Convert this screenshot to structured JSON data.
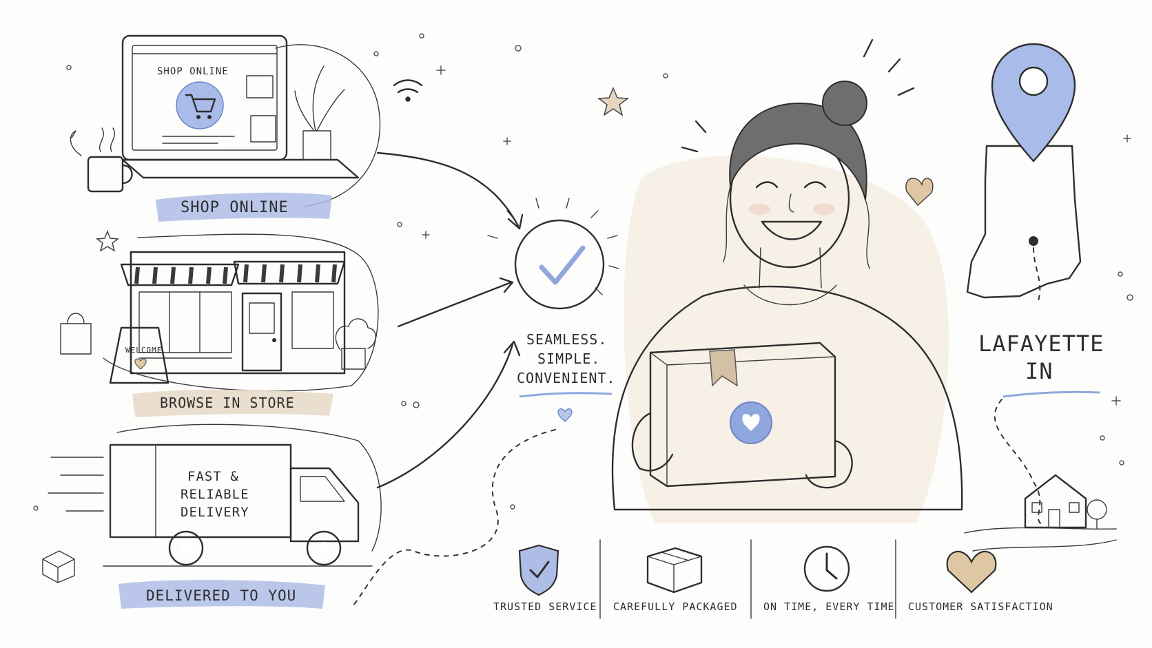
{
  "steps": [
    {
      "label": "SHOP ONLINE",
      "highlight": "#aebde6"
    },
    {
      "label": "BROWSE IN STORE",
      "highlight": "#e9dccb"
    },
    {
      "label": "DELIVERED TO YOU",
      "highlight": "#aebde6"
    }
  ],
  "laptop": {
    "screen_title": "SHOP ONLINE"
  },
  "storefront": {
    "sign_text": "WELCOME"
  },
  "truck": {
    "side_text": [
      "FAST &",
      "RELIABLE",
      "DELIVERY"
    ]
  },
  "center": {
    "tagline": [
      "SEAMLESS.",
      "SIMPLE.",
      "CONVENIENT."
    ]
  },
  "location": {
    "lines": [
      "LAFAYETTE",
      "IN"
    ]
  },
  "features": [
    {
      "label": "TRUSTED SERVICE",
      "icon": "shield-check-icon"
    },
    {
      "label": "CAREFULLY PACKAGED",
      "icon": "package-icon"
    },
    {
      "label": "ON TIME, EVERY TIME",
      "icon": "clock-icon"
    },
    {
      "label": "CUSTOMER SATISFACTION",
      "icon": "heart-icon"
    }
  ],
  "colors": {
    "accent_blue": "#8fa7dd",
    "accent_tan": "#e6d6c0",
    "ink": "#2e2e2e"
  }
}
